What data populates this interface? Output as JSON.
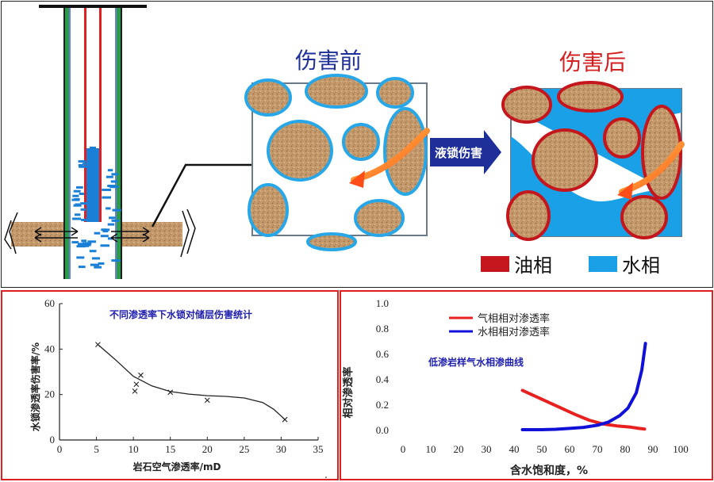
{
  "top": {
    "before_title": "伤害前",
    "after_title": "伤害后",
    "arrow_label": "液锁伤害",
    "legend": [
      {
        "label": "油相",
        "color": "#c4161c"
      },
      {
        "label": "水相",
        "color": "#1aa0e6"
      }
    ],
    "colors": {
      "grain": "#c49a6c",
      "title": "#1f2f9a",
      "after_title": "#d32020",
      "arrow": "#1f2f9a"
    }
  },
  "left_chart": {
    "title": "不同渗透率下水锁对储层伤害统计",
    "xlabel": "岩石空气渗透率/mD",
    "ylabel": "水锁渗透率伤害率/%",
    "x_ticks": [
      "0",
      "5",
      "10",
      "15",
      "20",
      "25",
      "30",
      "35"
    ],
    "y_ticks": [
      "0",
      "20",
      "40",
      "60"
    ],
    "corner_mark": "."
  },
  "right_chart": {
    "ylabel": "相对渗透率",
    "xlabel": "含水饱和度，%",
    "x_ticks": [
      "0",
      "10",
      "20",
      "30",
      "40",
      "50",
      "60",
      "70",
      "80",
      "90",
      "100"
    ],
    "y_ticks": [
      "0.0",
      "0.2",
      "0.4",
      "0.6",
      "0.8",
      "1.0"
    ],
    "legend": [
      {
        "label": "气相相对渗透率",
        "color": "#e82020"
      },
      {
        "label": "水相相对渗透率",
        "color": "#1010d8"
      }
    ],
    "annotation": "低渗岩样气水相渗曲线"
  },
  "chart_data": [
    {
      "type": "scatter",
      "title": "不同渗透率下水锁对储层伤害统计",
      "xlabel": "岩石空气渗透率/mD",
      "ylabel": "水锁渗透率伤害率/%",
      "xlim": [
        0,
        35
      ],
      "ylim": [
        0,
        60
      ],
      "points": [
        {
          "x": 5.2,
          "y": 42
        },
        {
          "x": 10.2,
          "y": 21.5
        },
        {
          "x": 10.4,
          "y": 24.5
        },
        {
          "x": 11,
          "y": 28.5
        },
        {
          "x": 15,
          "y": 21
        },
        {
          "x": 20,
          "y": 17.5
        },
        {
          "x": 30.5,
          "y": 9
        }
      ],
      "trend": [
        [
          5.2,
          42
        ],
        [
          7.5,
          35.5
        ],
        [
          10,
          28
        ],
        [
          12.5,
          23.8
        ],
        [
          15,
          21.3
        ],
        [
          17.5,
          20.2
        ],
        [
          20,
          19.5
        ],
        [
          22.5,
          19.2
        ],
        [
          25,
          18.5
        ],
        [
          27.5,
          16.5
        ],
        [
          29,
          13.5
        ],
        [
          30.5,
          9
        ]
      ]
    },
    {
      "type": "line",
      "ylabel": "相对渗透率",
      "xlabel": "含水饱和度，%",
      "xlim": [
        0,
        100
      ],
      "ylim": [
        0,
        1.0
      ],
      "series": [
        {
          "name": "气相相对渗透率",
          "points": [
            [
              43,
              0.31
            ],
            [
              47,
              0.27
            ],
            [
              52,
              0.22
            ],
            [
              57,
              0.17
            ],
            [
              62,
              0.12
            ],
            [
              67,
              0.075
            ],
            [
              72,
              0.045
            ],
            [
              77,
              0.03
            ],
            [
              82,
              0.02
            ],
            [
              85,
              0.01
            ],
            [
              87,
              0.005
            ]
          ]
        },
        {
          "name": "水相相对渗透率",
          "points": [
            [
              43,
              0.0
            ],
            [
              50,
              0.0
            ],
            [
              55,
              0.003
            ],
            [
              60,
              0.01
            ],
            [
              65,
              0.018
            ],
            [
              70,
              0.035
            ],
            [
              74,
              0.06
            ],
            [
              78,
              0.11
            ],
            [
              81,
              0.17
            ],
            [
              84,
              0.29
            ],
            [
              86,
              0.47
            ],
            [
              87.3,
              0.68
            ]
          ]
        }
      ]
    }
  ]
}
